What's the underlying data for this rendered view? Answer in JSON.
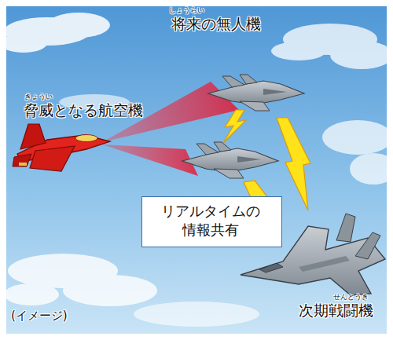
{
  "diagram": {
    "nodes": [
      {
        "text": [
          "リアルタイムの 情報共有"
        ]
      }
    ],
    "edges": [],
    "labels": [
      "しょうらい",
      "将来の無人機",
      "きょうい",
      "脅威となる航空機",
      "せんとうき",
      "次期戦闘機",
      "(イメージ)"
    ]
  }
}
